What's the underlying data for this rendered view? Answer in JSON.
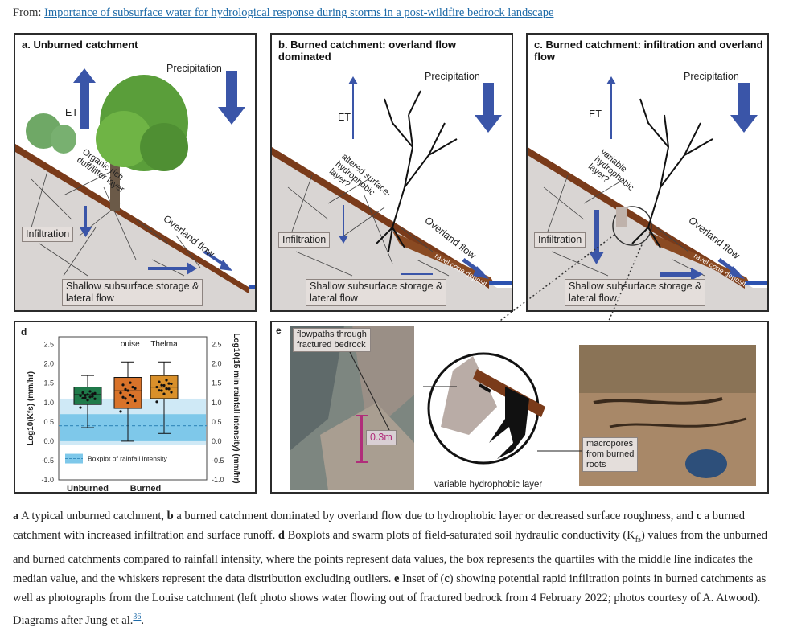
{
  "header": {
    "from_prefix": "From: ",
    "article_title": "Importance of subsurface water for hydrological response during storms in a post-wildfire bedrock landscape"
  },
  "panels": {
    "a": {
      "title": "a. Unburned catchment",
      "et": "ET",
      "precip": "Precipitation",
      "organic": "Organic rich duff/litter layer",
      "infiltration": "Infiltration",
      "overland": "Overland flow",
      "shallow_1": "Shallow subsurface storage &",
      "shallow_2": "lateral flow"
    },
    "b": {
      "title_1": "b. Burned catchment: overland flow",
      "title_2": "dominated",
      "et": "ET",
      "precip": "Precipitation",
      "altered": "altered surface- hydrophobic layer?",
      "infiltration": "Infiltration",
      "overland": "Overland flow",
      "ravel": "ravel cone deposit",
      "shallow_1": "Shallow subsurface storage &",
      "shallow_2": "lateral flow"
    },
    "c": {
      "title_1": "c. Burned catchment: infiltration and overland",
      "title_2": "flow",
      "et": "ET",
      "precip": "Precipitation",
      "variable": "variable hydrophobic layer?",
      "infiltration": "Infiltration",
      "overland": "Overland flow",
      "ravel": "ravel cone deposit",
      "shallow_1": "Shallow subsurface storage &",
      "shallow_2": "lateral flow"
    },
    "e": {
      "label": "e",
      "flowpaths_1": "flowpaths through",
      "flowpaths_2": "fractured bedrock",
      "scale": "0.3m",
      "variable": "variable hydrophobic layer",
      "macro_1": "macropores",
      "macro_2": "from burned",
      "macro_3": "roots"
    }
  },
  "chart_data": {
    "type": "box",
    "panel_label": "d",
    "ylabel_left": "Log10(Kfs) (mm/hr)",
    "ylabel_right": "Log10(15 min rainfall intensity) (mm/hr)",
    "y_ticks": [
      "2.5",
      "2.0",
      "1.5",
      "1.0",
      "0.5",
      "0.0",
      "-0.5",
      "-1.0"
    ],
    "ylim": [
      -1.0,
      2.7
    ],
    "categories": [
      "",
      "Louise",
      "Thelma"
    ],
    "group_labels": [
      "Unburned",
      "Burned"
    ],
    "legend": "Boxplot of rainfall intensity",
    "series": [
      {
        "min": 0.35,
        "q1": 0.95,
        "median": 1.2,
        "q3": 1.4,
        "max": 1.7,
        "color": "#1f7a4a"
      },
      {
        "min": 0.0,
        "q1": 0.85,
        "median": 1.3,
        "q3": 1.65,
        "max": 2.05,
        "color": "#d9732a"
      },
      {
        "min": 0.2,
        "q1": 1.1,
        "median": 1.4,
        "q3": 1.7,
        "max": 2.05,
        "color": "#d9902a"
      }
    ],
    "rainfall": {
      "min": -0.1,
      "q1": 0.0,
      "median": 0.4,
      "q3": 0.7,
      "max": 1.1,
      "color": "#7ec8ea"
    }
  },
  "caption": {
    "a_label": "a",
    "a_text": " A typical unburned catchment, ",
    "b_label": "b",
    "b_text": " a burned catchment dominated by overland flow due to hydrophobic layer or decreased surface roughness, and ",
    "c_label": "c",
    "c_text": " a burned catchment with increased infiltration and surface runoff. ",
    "d_label": "d",
    "d_text": " Boxplots and swarm plots of field-saturated soil hydraulic conductivity (K",
    "d_sub": "fs",
    "d_text2": ") values from the unburned and burned catchments compared to rainfall intensity, where the points represent data values, the box represents the quartiles with the middle line indicates the median value, and the whiskers represent the data distribution excluding outliers. ",
    "e_label": "e",
    "e_text": " Inset of (",
    "e_c": "c",
    "e_text2": ") showing potential rapid infiltration points in burned catchments as well as photographs from the Louise catchment (left photo shows water flowing out of fractured bedrock from 4 February 2022; photos courtesy of A. Atwood). Diagrams after Jung et al.",
    "ref": "36",
    "end": "."
  },
  "colors": {
    "arrow_blue": "#3a55a8",
    "soil": "#7a3b1a",
    "bedrock": "#d9d5d3",
    "link": "#1d6aa8"
  }
}
